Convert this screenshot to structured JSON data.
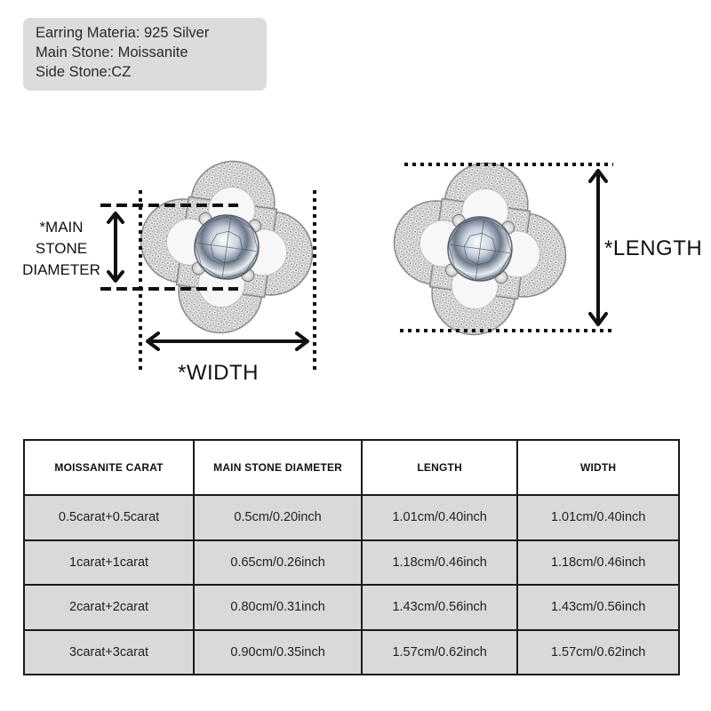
{
  "info": {
    "lines": [
      "Earring Materia: 925 Silver",
      "Main Stone: Moissanite",
      "Side Stone:CZ"
    ]
  },
  "diagram": {
    "main_stone_label": [
      "*MAIN",
      "STONE",
      "DIAMETER"
    ],
    "width_label": "*WIDTH",
    "length_label": "*LENGTH"
  },
  "table": {
    "headers": [
      "MOISSANITE CARAT",
      "MAIN STONE DIAMETER",
      "LENGTH",
      "WIDTH"
    ],
    "rows": [
      [
        "0.5carat+0.5carat",
        "0.5cm/0.20inch",
        "1.01cm/0.40inch",
        "1.01cm/0.40inch"
      ],
      [
        "1carat+1carat",
        "0.65cm/0.26inch",
        "1.18cm/0.46inch",
        "1.18cm/0.46inch"
      ],
      [
        "2carat+2carat",
        "0.80cm/0.31inch",
        "1.43cm/0.56inch",
        "1.43cm/0.56inch"
      ],
      [
        "3carat+3carat",
        "0.90cm/0.35inch",
        "1.57cm/0.62inch",
        "1.57cm/0.62inch"
      ]
    ]
  }
}
